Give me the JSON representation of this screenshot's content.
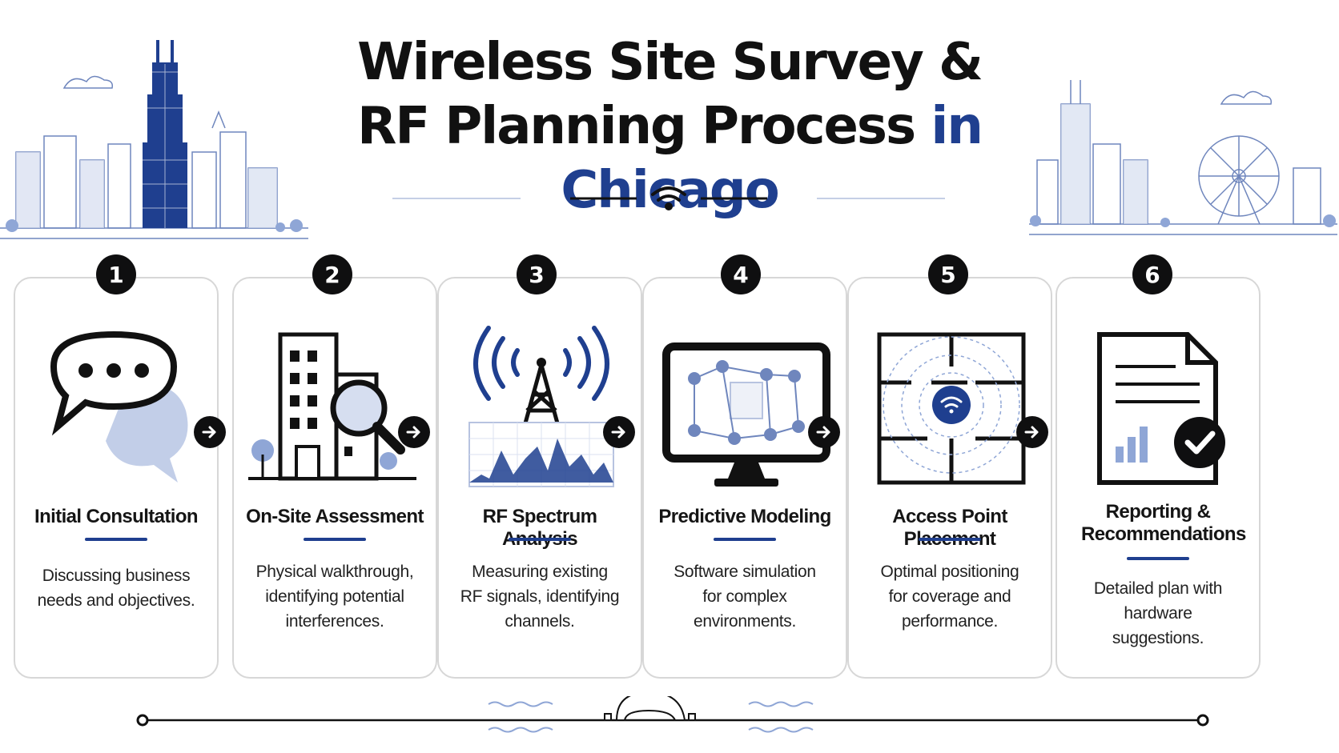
{
  "title": {
    "line1": "Wireless Site Survey &",
    "line2_main": "RF Planning Process ",
    "line2_accent": "in Chicago"
  },
  "colors": {
    "accent": "#1f3f8f",
    "accent_light": "#8fa6d6",
    "dark": "#0f0f10",
    "card_border": "#d7d7d7"
  },
  "steps": [
    {
      "number": "1",
      "title": "Initial Consultation",
      "description": "Discussing business needs and objectives.",
      "icon": "chat-bubbles-icon"
    },
    {
      "number": "2",
      "title": "On-Site Assessment",
      "description": "Physical walkthrough, identifying potential interferences.",
      "icon": "building-magnifier-icon"
    },
    {
      "number": "3",
      "title": "RF Spectrum Analysis",
      "description": "Measuring existing RF signals, identifying channels.",
      "icon": "antenna-spectrum-icon"
    },
    {
      "number": "4",
      "title": "Predictive Modeling",
      "description": "Software simulation for complex environments.",
      "icon": "monitor-network-icon"
    },
    {
      "number": "5",
      "title": "Access Point Placement",
      "description": "Optimal positioning for coverage and performance.",
      "icon": "floorplan-wifi-icon"
    },
    {
      "number": "6",
      "title": "Reporting & Recommendations",
      "description": "Detailed plan with hardware suggestions.",
      "icon": "report-check-icon"
    }
  ]
}
